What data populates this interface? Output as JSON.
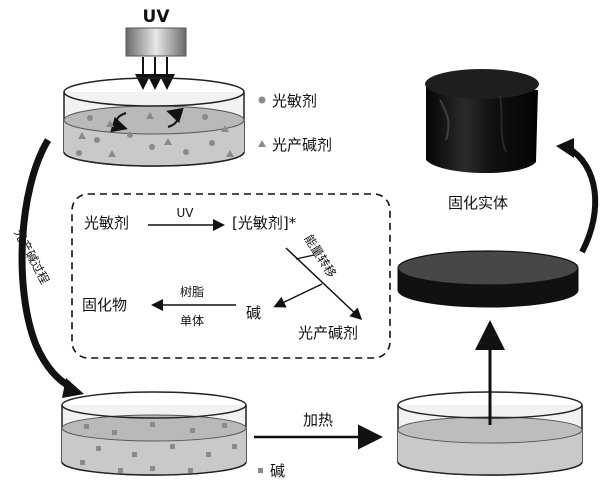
{
  "uv_source": {
    "label": "UV"
  },
  "legend": {
    "photosensitizer": "光敏剂",
    "photobase_generator": "光产碱剂",
    "base": "碱"
  },
  "process_side_label": "光产碱过程",
  "heating_label": "加热",
  "solid_label": "固化实体",
  "mechanism": {
    "photosensitizer": "光敏剂",
    "uv": "UV",
    "excited_state": "[光敏剂]*",
    "energy_transfer": "能量转移",
    "photobase_generator": "光产碱剂",
    "base": "碱",
    "resin": "树脂",
    "monomer": "单体",
    "cured_product": "固化物"
  },
  "colors": {
    "liquid": "#c9c9c9",
    "dish_wall": "#f2f2f2",
    "disc_dark": "#1c1c1c",
    "cylinder": "#0f0f0f"
  }
}
